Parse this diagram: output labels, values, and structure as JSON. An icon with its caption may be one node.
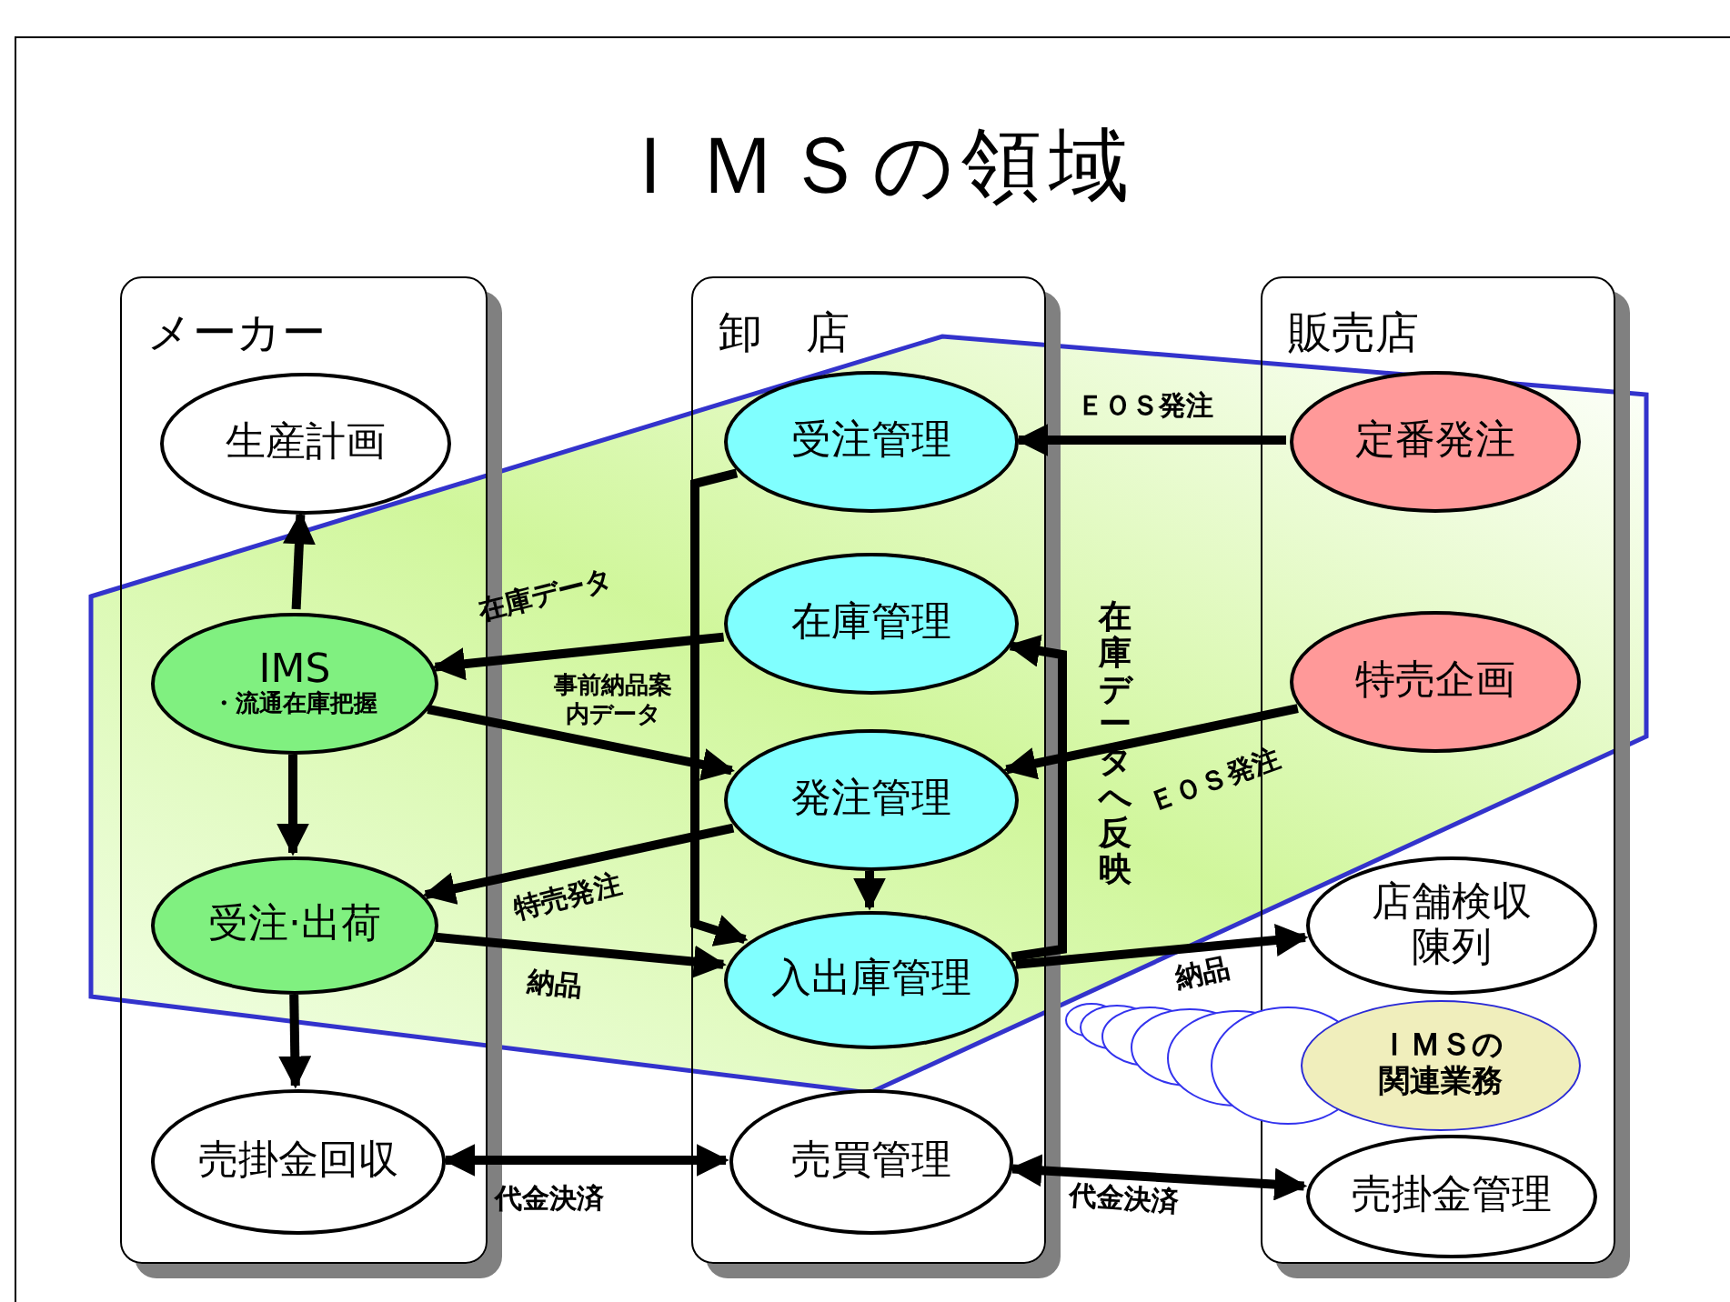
{
  "diagram": {
    "title": "ＩＭＳの領域",
    "nodes": [
      {
        "text": [
          "メーカー"
        ]
      },
      {
        "text": [
          "卸　店"
        ]
      },
      {
        "text": [
          "販売店"
        ]
      },
      {
        "text": [
          "生産計画"
        ],
        "in": 0
      },
      {
        "text": [
          "IMS",
          "・流通在庫把握"
        ],
        "in": 0
      },
      {
        "text": [
          "受注·出荷"
        ],
        "in": 0
      },
      {
        "text": [
          "売掛金回収"
        ],
        "in": 0
      },
      {
        "text": [
          "受注管理"
        ],
        "in": 1
      },
      {
        "text": [
          "在庫管理"
        ],
        "in": 1
      },
      {
        "text": [
          "発注管理"
        ],
        "in": 1
      },
      {
        "text": [
          "入出庫管理"
        ],
        "in": 1
      },
      {
        "text": [
          "売買管理"
        ],
        "in": 1
      },
      {
        "text": [
          "定番発注"
        ],
        "in": 2
      },
      {
        "text": [
          "特売企画"
        ],
        "in": 2
      },
      {
        "text": [
          "店舗検収陳列"
        ],
        "in": 2
      },
      {
        "text": [
          "売掛金管理"
        ],
        "in": 2
      },
      {
        "text": [
          "ＩＭＳの関連業務"
        ],
        "in": 2
      }
    ],
    "edges": [
      {
        "from": 4,
        "to": 3,
        "arrow": "to"
      },
      {
        "from": 4,
        "to": 5,
        "arrow": "to"
      },
      {
        "from": 5,
        "to": 6,
        "arrow": "to"
      },
      {
        "from": 8,
        "to": 4,
        "arrow": "to",
        "label": "在庫データ"
      },
      {
        "from": 4,
        "to": 9,
        "arrow": "to",
        "label": "事前納品案内データ"
      },
      {
        "from": 9,
        "to": 5,
        "arrow": "to",
        "label": "特売発注"
      },
      {
        "from": 5,
        "to": 10,
        "arrow": "to",
        "label": "納品"
      },
      {
        "from": 7,
        "to": 10,
        "arrow": "to"
      },
      {
        "from": 9,
        "to": 10,
        "arrow": "to"
      },
      {
        "from": 10,
        "to": 8,
        "arrow": "to",
        "label": "在庫データへ反映"
      },
      {
        "from": 12,
        "to": 7,
        "arrow": "to",
        "label": "ＥＯＳ発注"
      },
      {
        "from": 13,
        "to": 9,
        "arrow": "to",
        "label": "ＥＯＳ発注"
      },
      {
        "from": 10,
        "to": 14,
        "arrow": "to",
        "label": "納品"
      },
      {
        "from": 6,
        "to": 11,
        "arrow": "both",
        "label": "代金決済"
      },
      {
        "from": 11,
        "to": 15,
        "arrow": "both",
        "label": "代金決済"
      }
    ]
  }
}
